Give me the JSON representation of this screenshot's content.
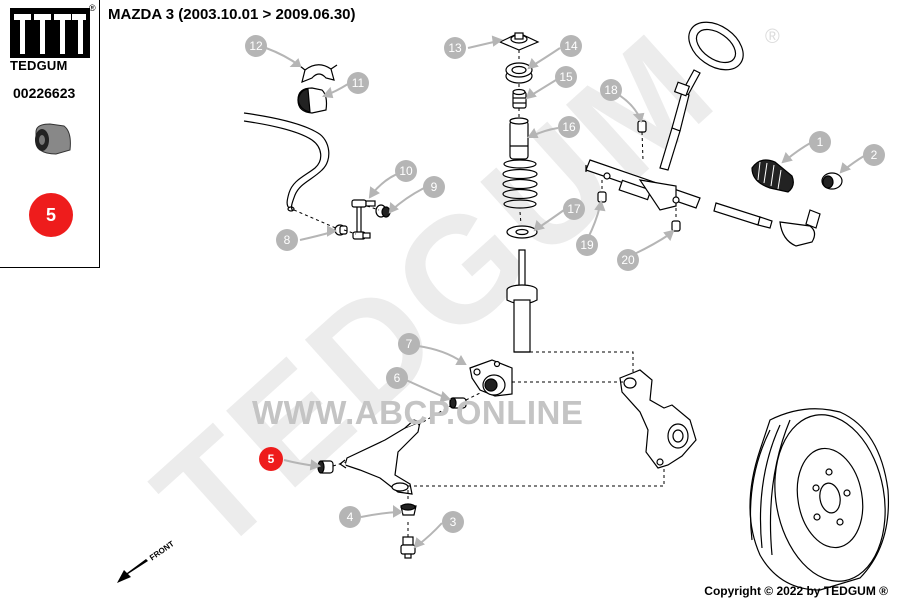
{
  "header": {
    "title": "MAZDA 3 (2003.10.01 > 2009.06.30)"
  },
  "brand": {
    "name": "TEDGUM",
    "registered_mark": "®",
    "logo_text": "TEDGUM",
    "watermark_text": "TEDGUM"
  },
  "side_panel": {
    "part_code": "00226623",
    "selected_position": "5"
  },
  "watermark": {
    "url": "WWW.ABCP.ONLINE"
  },
  "footer": {
    "copyright": "Copyright © 2022 by TEDGUM ®"
  },
  "diagram": {
    "front_label": "FRONT",
    "callouts": [
      "1",
      "2",
      "3",
      "4",
      "5",
      "6",
      "7",
      "8",
      "9",
      "10",
      "11",
      "12",
      "13",
      "14",
      "15",
      "16",
      "17",
      "18",
      "19",
      "20"
    ],
    "highlighted_callout": "5"
  },
  "colors": {
    "callout_gray": "#b5b5b5",
    "highlight_red": "#ee1c1c",
    "watermark_gray": "#e4e4e4",
    "line_color": "#000000"
  }
}
